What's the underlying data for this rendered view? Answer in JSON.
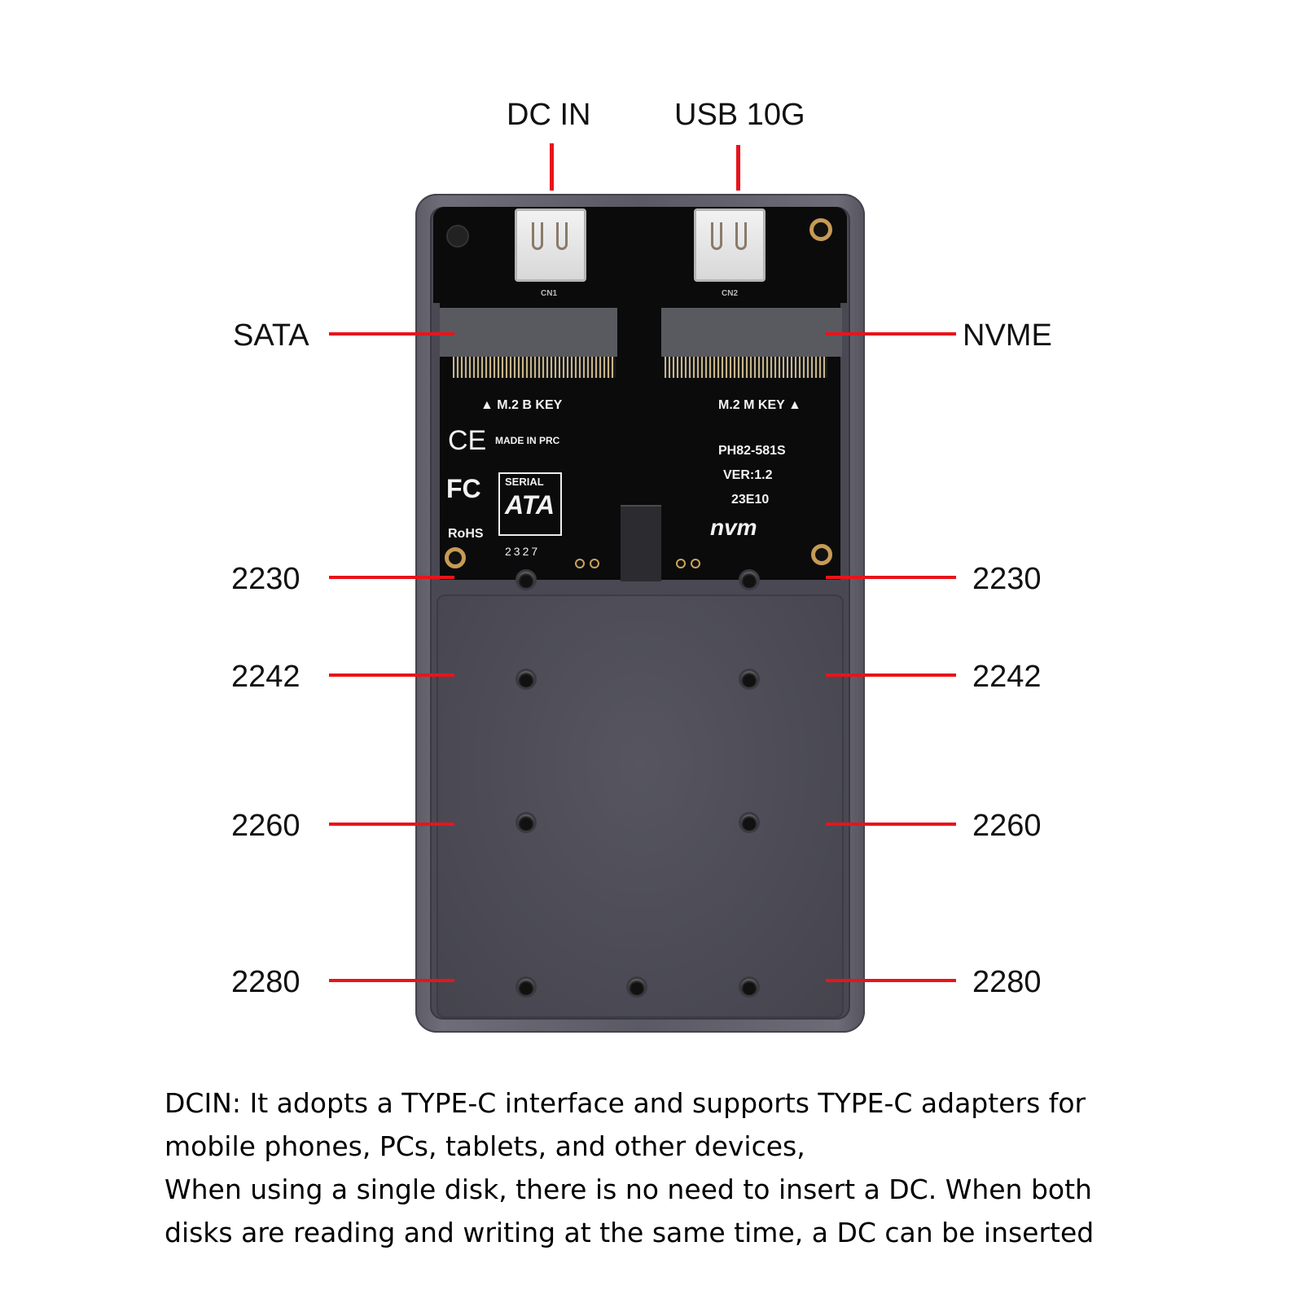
{
  "callouts": {
    "top": [
      "DC IN",
      "USB 10G"
    ],
    "left": [
      "SATA",
      "2230",
      "2242",
      "2260",
      "2280"
    ],
    "right": [
      "NVME",
      "2230",
      "2242",
      "2260",
      "2280"
    ]
  },
  "pcb": {
    "left_slot_label": "M.2 B KEY",
    "right_slot_label": "M.2 M KEY",
    "made_in": "MADE IN PRC",
    "model": "PH82-581S",
    "version": "VER:1.2",
    "date_code": "23E10",
    "lot_code": "2327",
    "ce_mark": "CE",
    "fcc_mark": "FC",
    "rohs_mark": "RoHS",
    "sata_logo_top": "SERIAL",
    "sata_logo_mid": "ATA",
    "nvme_logo": "nvm",
    "port_left_code": "CN1",
    "port_right_code": "CN2"
  },
  "description": {
    "lines": [
      "DCIN: It adopts a TYPE-C interface and supports TYPE-C adapters for",
      "mobile phones, PCs, tablets, and other devices,",
      "When using a single disk, there is no need to insert a DC. When both",
      "disks are reading and writing at the same time, a DC can be inserted"
    ]
  },
  "colors": {
    "callout_line": "#e8141b",
    "case": "#5a5964",
    "pcb": "#0b0b0c"
  }
}
